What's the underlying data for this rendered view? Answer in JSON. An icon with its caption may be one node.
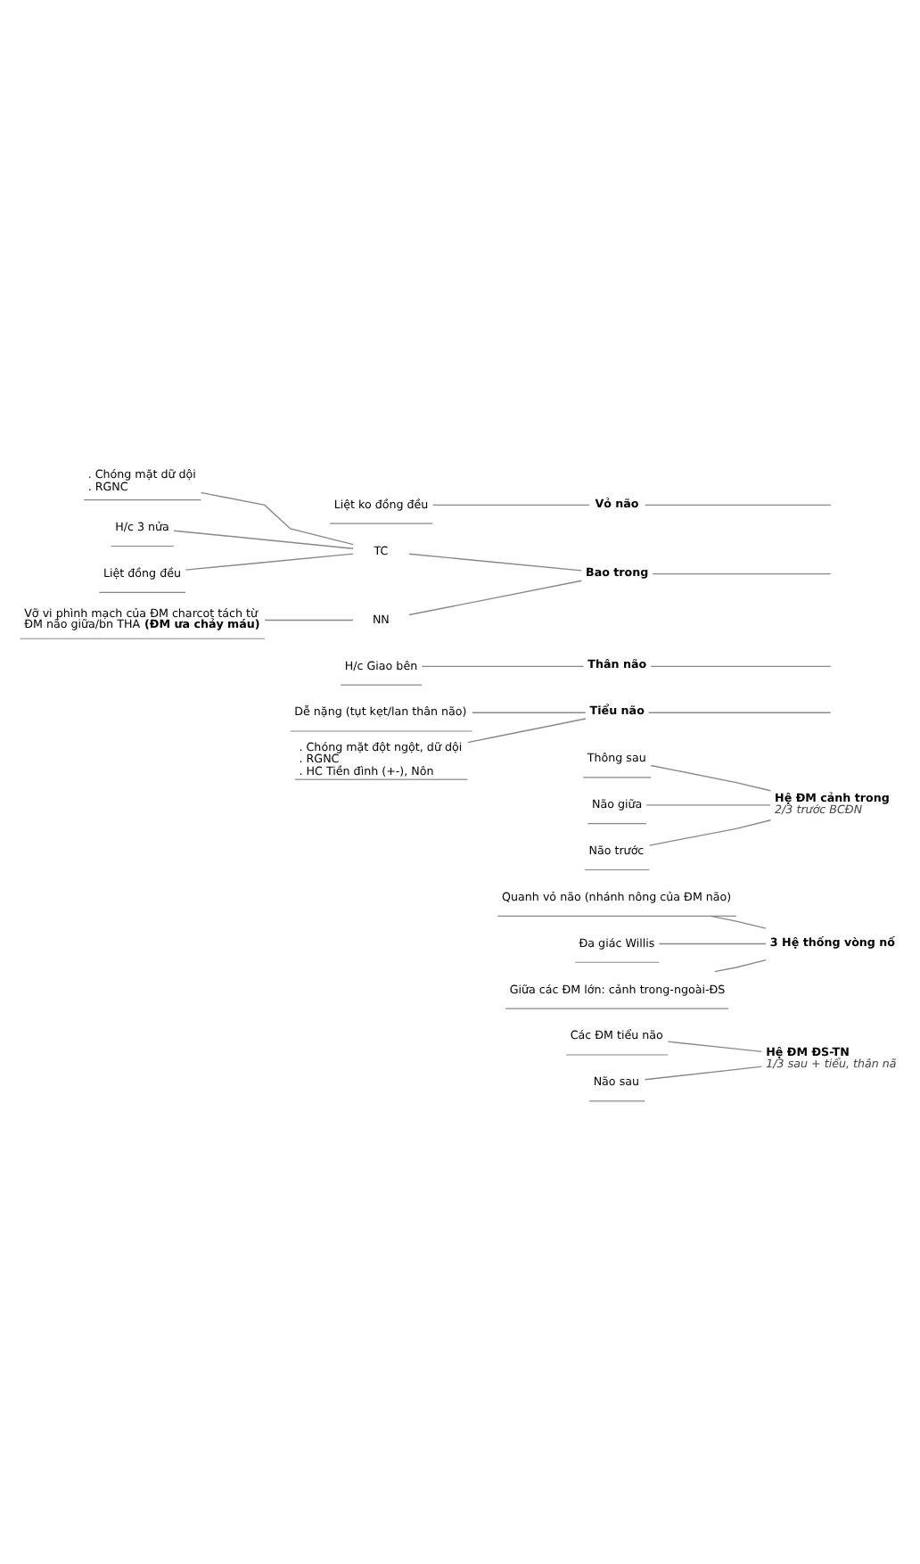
{
  "diagram": {
    "nodes": [
      {
        "text": [
          "Liệt ko đồng đều"
        ]
      },
      {
        "text": [
          "Vỏ não"
        ]
      },
      {
        "text": [
          "Vỡ vi phình mạch của ĐM charcot tách từ ĐM não giữa/bn THA **(ĐM ưa chảy máu)**"
        ]
      },
      {
        "text": [
          "NN"
        ]
      },
      {
        "text": [
          "Liệt đồng đều"
        ]
      },
      {
        "text": [
          "H/c 3 nửa"
        ]
      },
      {
        "text": [
          ". Chóng mặt dữ dội . RGNC"
        ]
      },
      {
        "text": [
          "TC"
        ]
      },
      {
        "text": [
          "Bao trong"
        ]
      },
      {
        "text": [
          "H/c Giao bên"
        ]
      },
      {
        "text": [
          "Thân não"
        ]
      },
      {
        "text": [
          ". Chóng mặt đột ngột, dữ dội . RGNC . HC Tiền đình (+-), Nôn"
        ]
      },
      {
        "text": [
          "Dễ nặng (tụt kẹt/lan thân não)"
        ]
      },
      {
        "text": [
          "Tiểu não"
        ]
      },
      {
        "text": [
          "Não trước"
        ]
      },
      {
        "text": [
          "Não giữa"
        ]
      },
      {
        "text": [
          "Thông sau"
        ]
      },
      {
        "text": [
          "Hệ ĐM cảnh trong",
          "2/3 trước BCĐN"
        ]
      },
      {
        "text": [
          "Giữa các ĐM lớn: cảnh trong-ngoài-ĐS"
        ]
      },
      {
        "text": [
          "Đa giác Willis"
        ]
      },
      {
        "text": [
          "Quanh vỏ não (nhánh nông của ĐM não)"
        ]
      },
      {
        "text": [
          "3 Hệ thống vòng nố"
        ]
      },
      {
        "text": [
          "Não sau"
        ]
      },
      {
        "text": [
          "Các ĐM tiểu não"
        ]
      },
      {
        "text": [
          "Hệ ĐM ĐS-TN",
          "1/3 sau + tiểu, thân nã"
        ]
      }
    ],
    "edges": [
      {
        "from": null,
        "to": 1,
        "arrow": "none"
      },
      {
        "from": 1,
        "to": 0,
        "arrow": "none"
      },
      {
        "from": null,
        "to": 8,
        "arrow": "none"
      },
      {
        "from": 8,
        "to": 3,
        "arrow": "none"
      },
      {
        "from": 3,
        "to": 2,
        "arrow": "none"
      },
      {
        "from": 8,
        "to": 7,
        "arrow": "none"
      },
      {
        "from": 7,
        "to": 4,
        "arrow": "none"
      },
      {
        "from": 7,
        "to": 5,
        "arrow": "none"
      },
      {
        "from": 7,
        "to": 6,
        "arrow": "none"
      },
      {
        "from": null,
        "to": 10,
        "arrow": "none"
      },
      {
        "from": 10,
        "to": 9,
        "arrow": "none"
      },
      {
        "from": null,
        "to": 13,
        "arrow": "none"
      },
      {
        "from": 13,
        "to": 11,
        "arrow": "none"
      },
      {
        "from": 13,
        "to": 12,
        "arrow": "none"
      },
      {
        "from": 17,
        "to": 14,
        "arrow": "none"
      },
      {
        "from": 17,
        "to": 15,
        "arrow": "none"
      },
      {
        "from": 17,
        "to": 16,
        "arrow": "none"
      },
      {
        "from": 21,
        "to": 18,
        "arrow": "none"
      },
      {
        "from": 21,
        "to": 19,
        "arrow": "none"
      },
      {
        "from": 21,
        "to": 20,
        "arrow": "none"
      },
      {
        "from": 24,
        "to": 22,
        "arrow": "none"
      },
      {
        "from": 24,
        "to": 23,
        "arrow": "none"
      }
    ]
  }
}
